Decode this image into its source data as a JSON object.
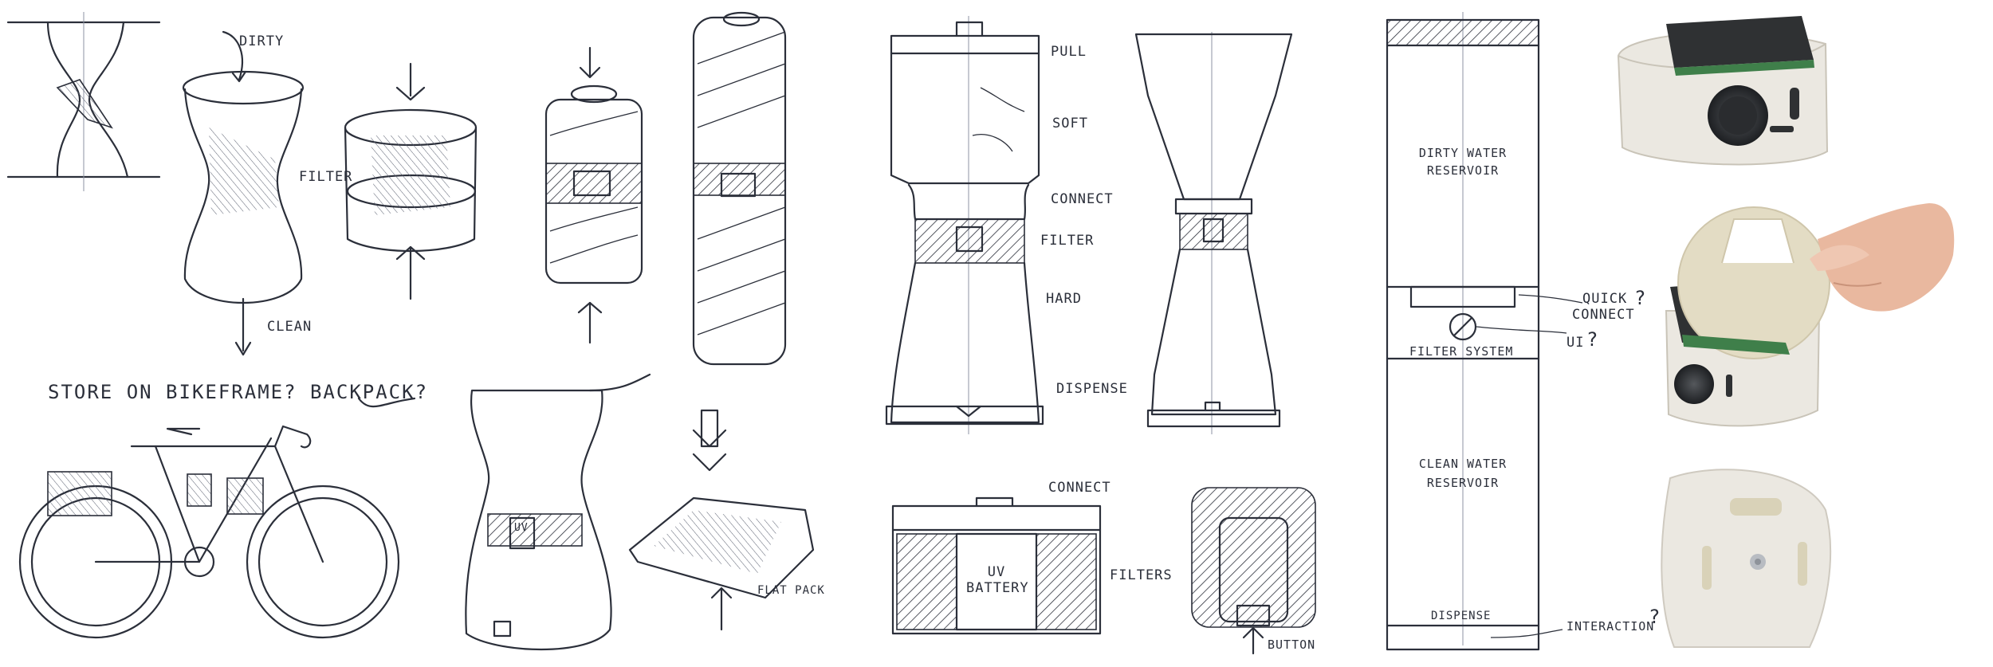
{
  "labels": {
    "dirty": "DIRTY",
    "filter": "FILTER",
    "clean": "CLEAN",
    "store_question": "STORE ON BIKEFRAME? BACKPACK?",
    "uv_bag": "UV",
    "flat_pack": "FLAT PACK",
    "pull": "PULL",
    "soft": "SOFT",
    "connect": "CONNECT",
    "filter_mid": "FILTER",
    "hard": "HARD",
    "dispense": "DISPENSE",
    "connect_bottom": "CONNECT",
    "uv_battery_1": "UV",
    "uv_battery_2": "BATTERY",
    "filters": "FILTERS",
    "button": "BUTTON",
    "dirty_reservoir_1": "DIRTY WATER",
    "dirty_reservoir_2": "RESERVOIR",
    "quick_connect_1": "QUICK",
    "quick_connect_2": "CONNECT",
    "ui": "UI",
    "filter_system": "FILTER SYSTEM",
    "clean_reservoir_1": "CLEAN WATER",
    "clean_reservoir_2": "RESERVOIR",
    "dispense_tall": "DISPENSE",
    "interaction": "INTERACTION"
  },
  "colors": {
    "ink": "#2b2f3a",
    "paper": "#ffffff",
    "prototype_shell": "#ebe8e1",
    "prototype_cap": "#e3dcc4",
    "battery": "#2f3133",
    "pcb": "#3f7f4a",
    "skin": "#e9b89f"
  }
}
